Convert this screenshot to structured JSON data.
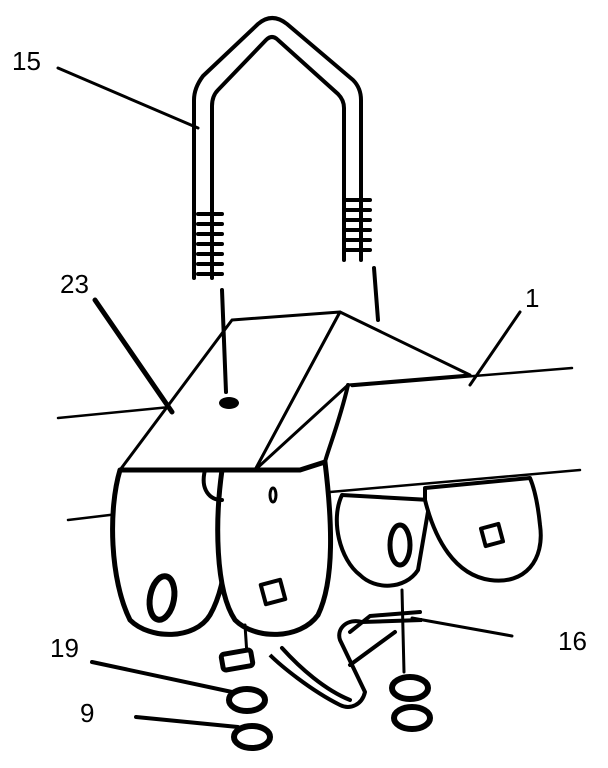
{
  "diagram": {
    "labels": {
      "u_bolt": "15",
      "bracket": "23",
      "cross_member": "1",
      "clip": "16",
      "washer": "19",
      "nut": "9"
    }
  }
}
